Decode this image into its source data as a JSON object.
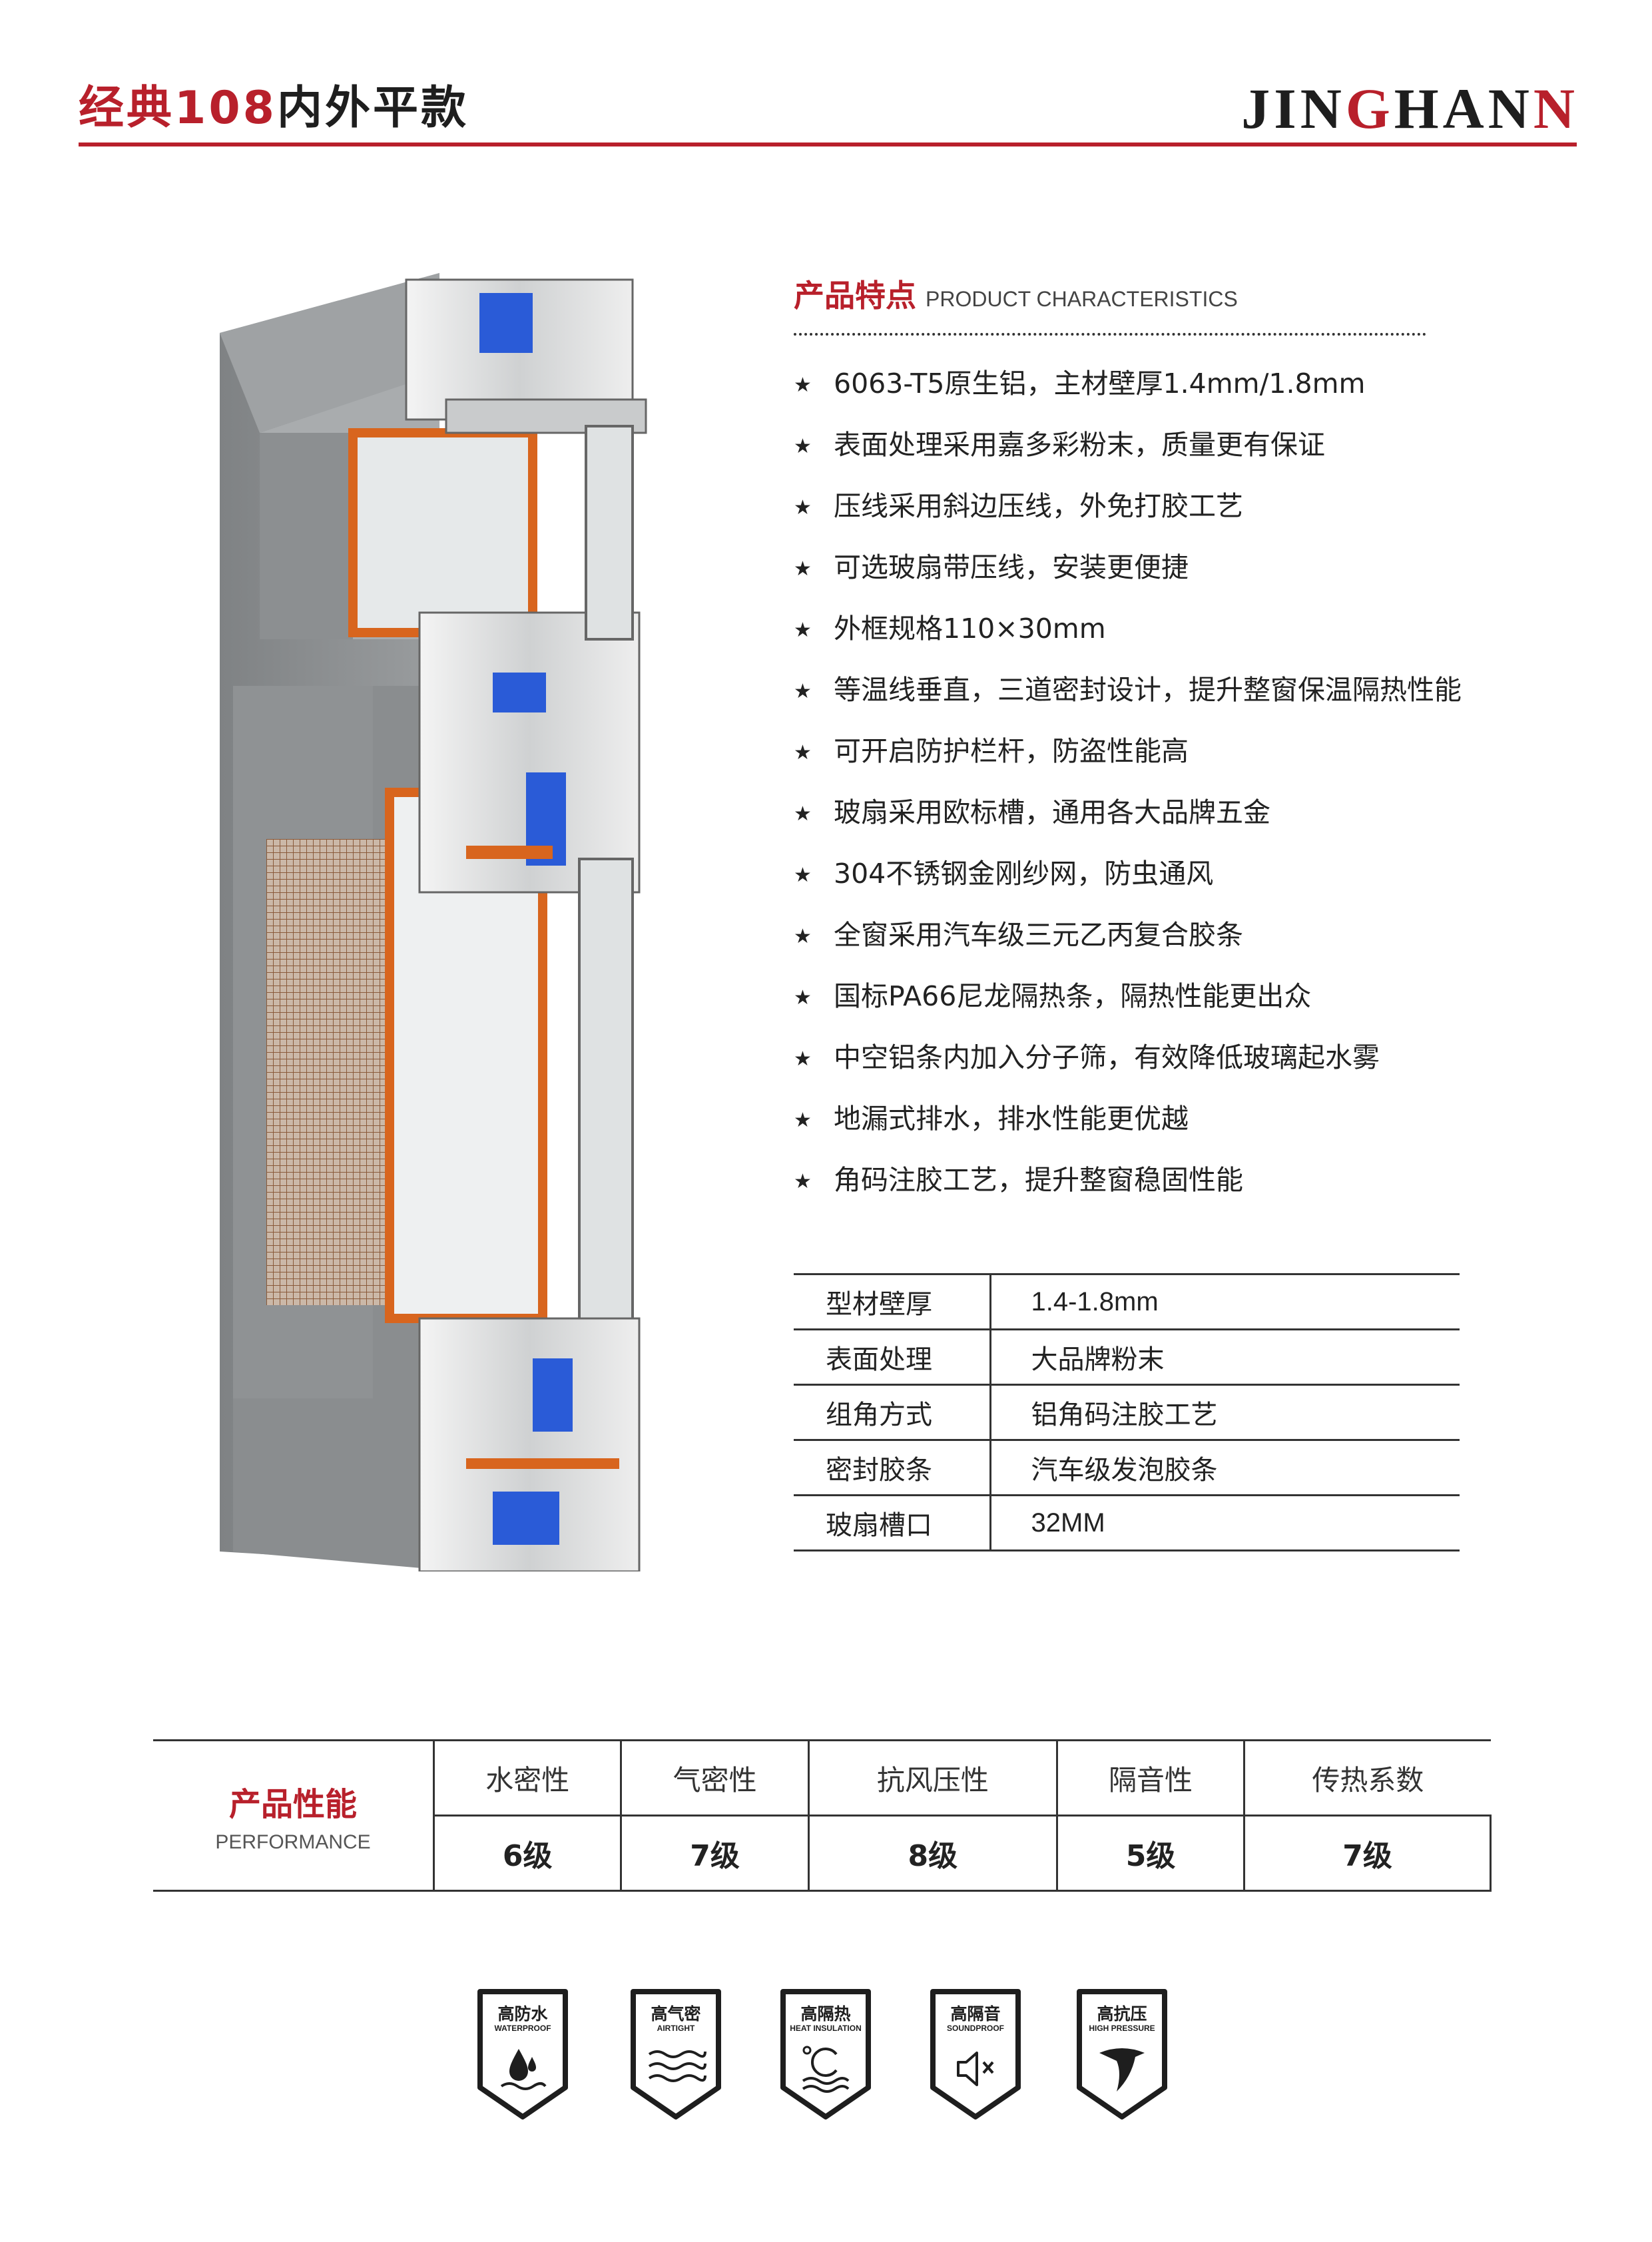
{
  "header": {
    "title_red": "经典",
    "title_model": "108",
    "title_black": "内外平款",
    "brand_a": "JIN",
    "brand_g": "G",
    "brand_b": "HAN",
    "brand_n": "N"
  },
  "features": {
    "heading_cn": "产品特点",
    "heading_en": "PRODUCT CHARACTERISTICS",
    "star": "★",
    "items": [
      "6063-T5原生铝，主材壁厚1.4mm/1.8mm",
      "表面处理采用嘉多彩粉末，质量更有保证",
      "压线采用斜边压线，外免打胶工艺",
      "可选玻扇带压线，安装更便捷",
      "外框规格110×30mm",
      "等温线垂直，三道密封设计，提升整窗保温隔热性能",
      "可开启防护栏杆，防盗性能高",
      "玻扇采用欧标槽，通用各大品牌五金",
      "304不锈钢金刚纱网，防虫通风",
      "全窗采用汽车级三元乙丙复合胶条",
      "国标PA66尼龙隔热条，隔热性能更出众",
      "中空铝条内加入分子筛，有效降低玻璃起水雾",
      "地漏式排水，排水性能更优越",
      "角码注胶工艺，提升整窗稳固性能"
    ]
  },
  "specs": [
    {
      "key": "型材壁厚",
      "value": "1.4-1.8mm"
    },
    {
      "key": "表面处理",
      "value": "大品牌粉末"
    },
    {
      "key": "组角方式",
      "value": "铝角码注胶工艺"
    },
    {
      "key": "密封胶条",
      "value": "汽车级发泡胶条"
    },
    {
      "key": "玻扇槽口",
      "value": "32MM"
    }
  ],
  "performance": {
    "label_cn": "产品性能",
    "label_en": "PERFORMANCE",
    "headers": [
      "水密性",
      "气密性",
      "抗风压性",
      "隔音性",
      "传热系数"
    ],
    "values": [
      "6级",
      "7级",
      "8级",
      "5级",
      "7级"
    ]
  },
  "badges": [
    {
      "cn": "高防水",
      "en": "WATERPROOF",
      "icon": "water-drop-icon"
    },
    {
      "cn": "高气密",
      "en": "AIRTIGHT",
      "icon": "air-waves-icon"
    },
    {
      "cn": "高隔热",
      "en": "HEAT INSULATION",
      "icon": "thermometer-icon"
    },
    {
      "cn": "高隔音",
      "en": "SOUNDPROOF",
      "icon": "speaker-mute-icon"
    },
    {
      "cn": "高抗压",
      "en": "HIGH PRESSURE",
      "icon": "pressure-icon"
    }
  ],
  "colors": {
    "accent_red": "#b8202b",
    "frame_grey": "#8e9193",
    "thermal_blue": "#2a5bd7",
    "gasket_orange": "#d8651e"
  }
}
